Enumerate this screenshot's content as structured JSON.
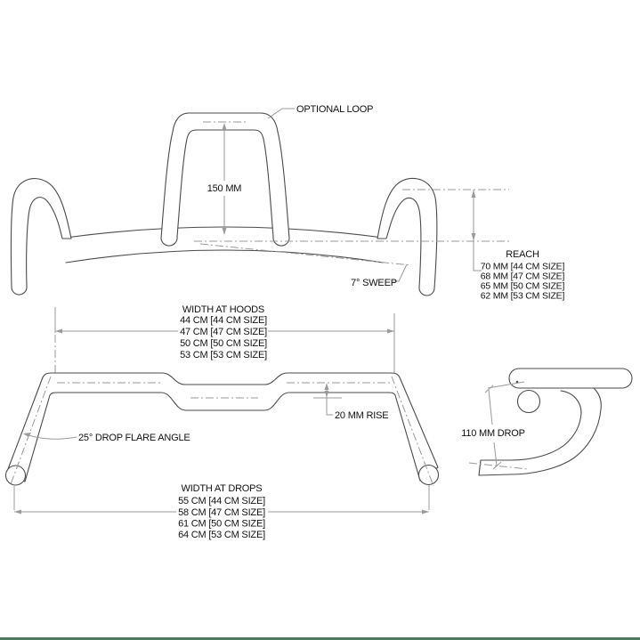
{
  "views": {
    "top": {
      "optional_loop_label": "OPTIONAL LOOP",
      "loop_height_label": "150 MM",
      "sweep_label": "7° SWEEP",
      "reach": {
        "title": "REACH",
        "rows": [
          "70 MM [44 CM SIZE]",
          "68 MM [47 CM SIZE]",
          "65 MM [50 CM SIZE]",
          "62 MM [53 CM SIZE]"
        ]
      }
    },
    "front": {
      "width_at_hoods": {
        "title": "WIDTH AT HOODS",
        "rows": [
          "44 CM [44 CM SIZE]",
          "47 CM [47 CM SIZE]",
          "50 CM [50 CM SIZE]",
          "53 CM [53 CM SIZE]"
        ]
      },
      "rise_label": "20 MM RISE",
      "flare_label": "25° DROP FLARE ANGLE",
      "width_at_drops": {
        "title": "WIDTH AT DROPS",
        "rows": [
          "55 CM [44 CM SIZE]",
          "58 CM [47 CM SIZE]",
          "61 CM [50 CM SIZE]",
          "64 CM [53 CM SIZE]"
        ]
      }
    },
    "side": {
      "drop_label": "110 MM DROP"
    },
    "colors": {
      "outline": "#4b4b4b",
      "dimension": "#9a9a9a",
      "text": "#111111",
      "accent_bar": "#4e7a5e"
    }
  }
}
